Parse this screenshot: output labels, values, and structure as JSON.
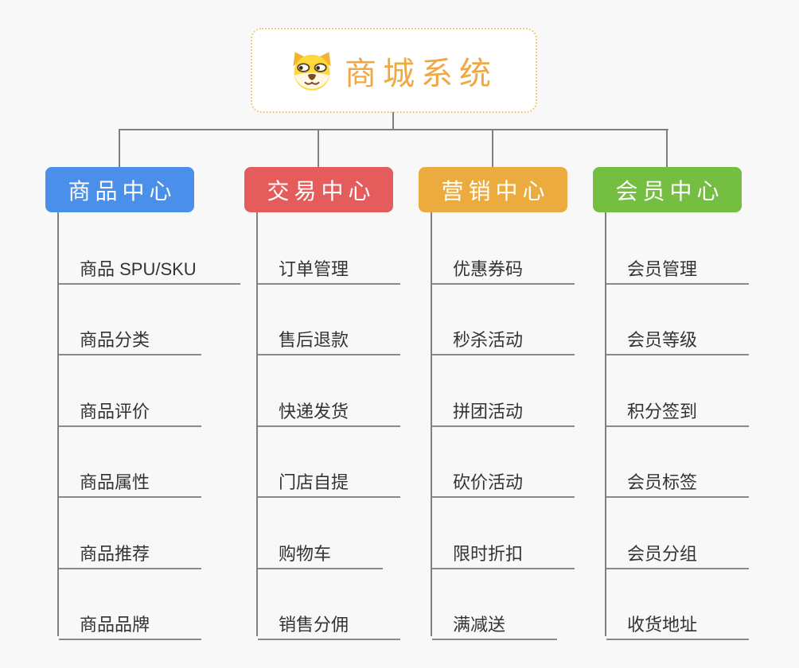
{
  "root": {
    "title": "商城系统",
    "icon": "dog-face-icon"
  },
  "branches": [
    {
      "label": "商品中心",
      "color": "#4a8fe9",
      "items": [
        "商品 SPU/SKU",
        "商品分类",
        "商品评价",
        "商品属性",
        "商品推荐",
        "商品品牌"
      ]
    },
    {
      "label": "交易中心",
      "color": "#e45c5c",
      "items": [
        "订单管理",
        "售后退款",
        "快递发货",
        "门店自提",
        "购物车",
        "销售分佣"
      ]
    },
    {
      "label": "营销中心",
      "color": "#ecab3e",
      "items": [
        "优惠券码",
        "秒杀活动",
        "拼团活动",
        "砍价活动",
        "限时折扣",
        "满减送"
      ]
    },
    {
      "label": "会员中心",
      "color": "#74bf41",
      "items": [
        "会员管理",
        "会员等级",
        "积分签到",
        "会员标签",
        "会员分组",
        "收货地址"
      ]
    }
  ],
  "colors": {
    "background": "#f8f8f8",
    "root_border": "#f3c87e",
    "root_text": "#f0a843",
    "connector": "#808080",
    "topic_underline": "#8a8a8a",
    "topic_text": "#333333"
  }
}
